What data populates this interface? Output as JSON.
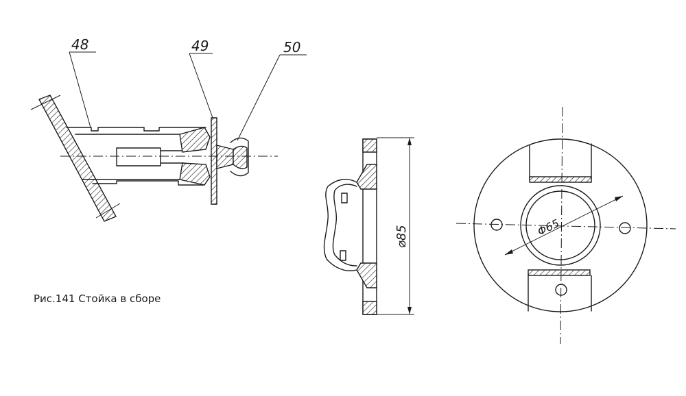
{
  "labels": {
    "part_48": "48",
    "part_49": "49",
    "part_50": "50",
    "dim_diameter_85": "⌀85",
    "dim_diameter_65": "Φ65"
  },
  "caption": "Рис.141 Стойка в сборе"
}
